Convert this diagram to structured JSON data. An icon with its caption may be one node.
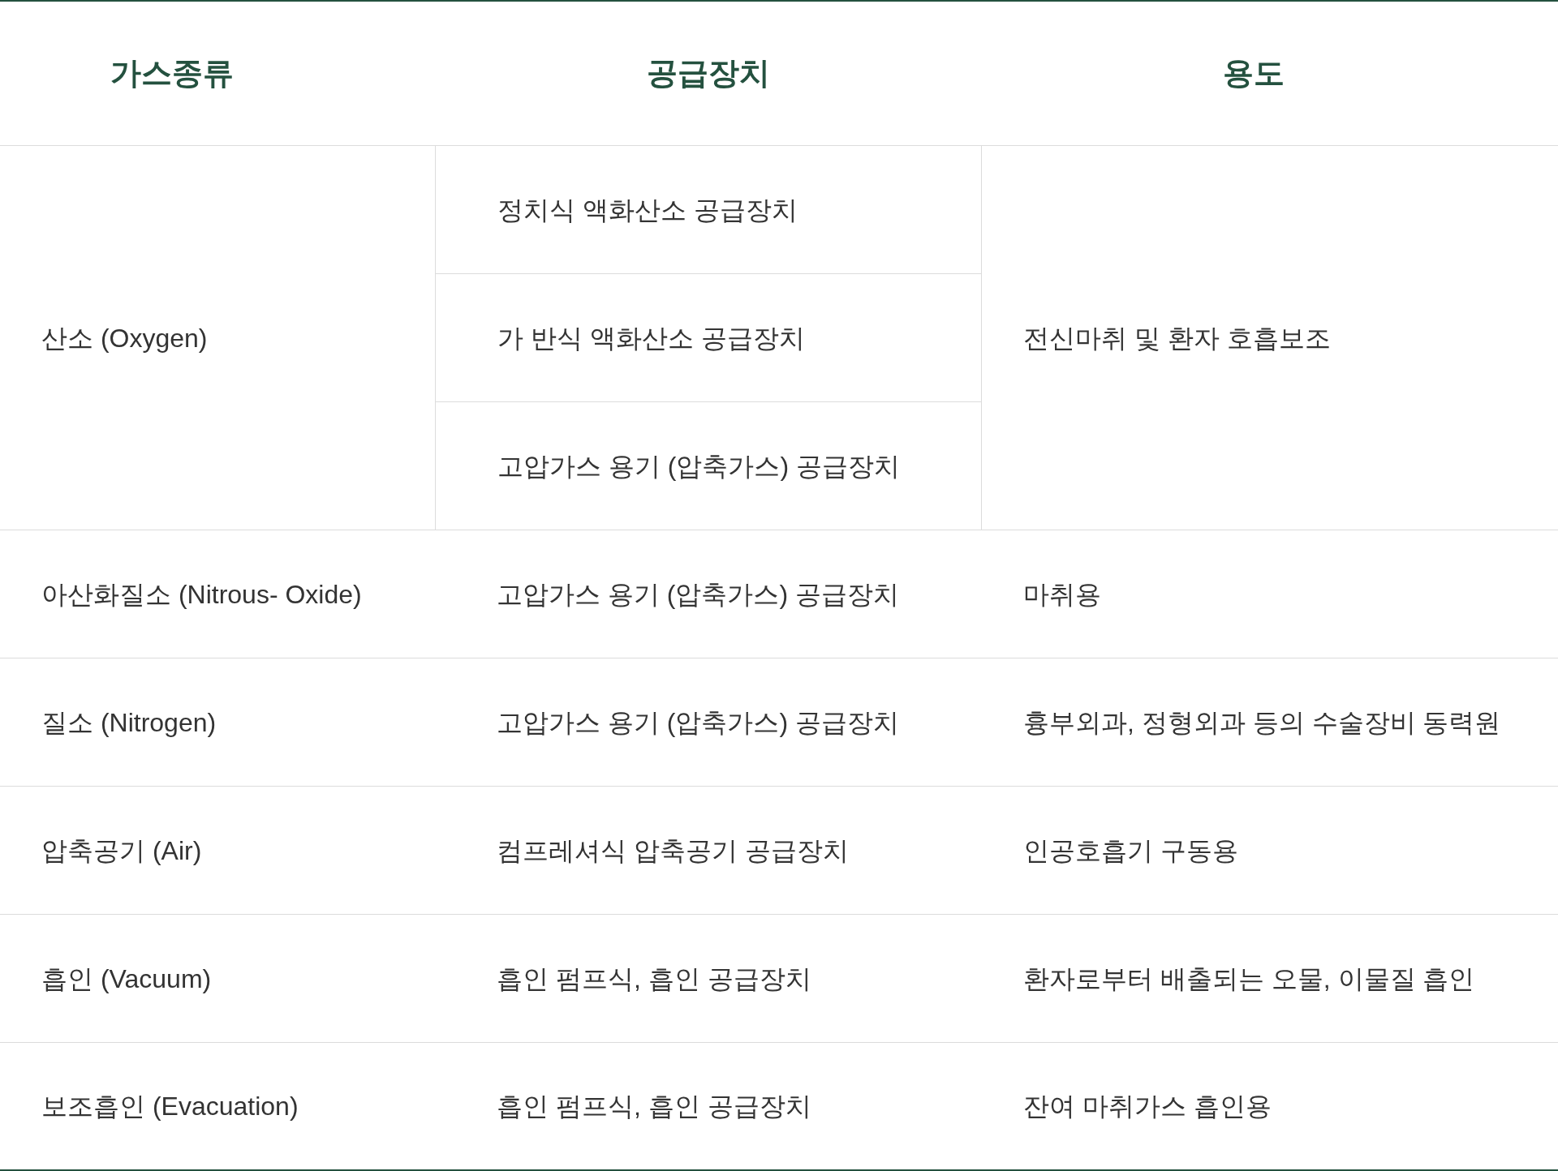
{
  "diagram": {
    "labels": [
      "가스종류",
      "공급장치",
      "용도",
      "정치식 액화산소 공급장치",
      "산소 (Oxygen)",
      "가 반식 액화산소 공급장치",
      "전신마취 및 환자 호흡보조",
      "고압가스 용기 (압축가스) 공급장치",
      "아산화질소 (Nitrous- Oxide)",
      "고압가스 용기 (압축가스) 공급장치",
      "마취용",
      "질소 (Nitrogen)",
      "고압가스 용기 (압축가스) 공급장치",
      "흉부외과, 정형외과 등의 수술장비 동력원",
      "압축공기 (Air)",
      "컴프레셔식 압축공기 공급장치",
      "인공호흡기 구동용",
      "흡인 (Vacuum)",
      "흡인 펌프식, 흡인 공급장치",
      "환자로부터 배출되는 오물, 이물질 흡인",
      "보조흡인 (Evacuation)",
      "흡인 펌프식, 흡인 공급장치",
      "잔여 마취가스 흡인용"
    ]
  }
}
